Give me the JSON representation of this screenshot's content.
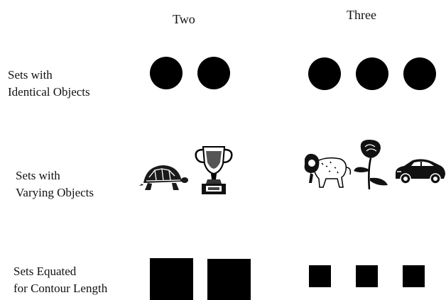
{
  "columns": {
    "two": "Two",
    "three": "Three"
  },
  "rows": {
    "identical": {
      "line1": "Sets with",
      "line2": "Identical Objects"
    },
    "varying": {
      "line1": "Sets with",
      "line2": "Varying Objects"
    },
    "contour": {
      "line1": "Sets Equated",
      "line2": "for Contour Length"
    }
  },
  "icons": {
    "varying_two": [
      "turtle-icon",
      "trophy-icon"
    ],
    "varying_three": [
      "lion-icon",
      "rose-icon",
      "car-icon"
    ]
  },
  "colors": {
    "shape_fill": "#000000"
  }
}
